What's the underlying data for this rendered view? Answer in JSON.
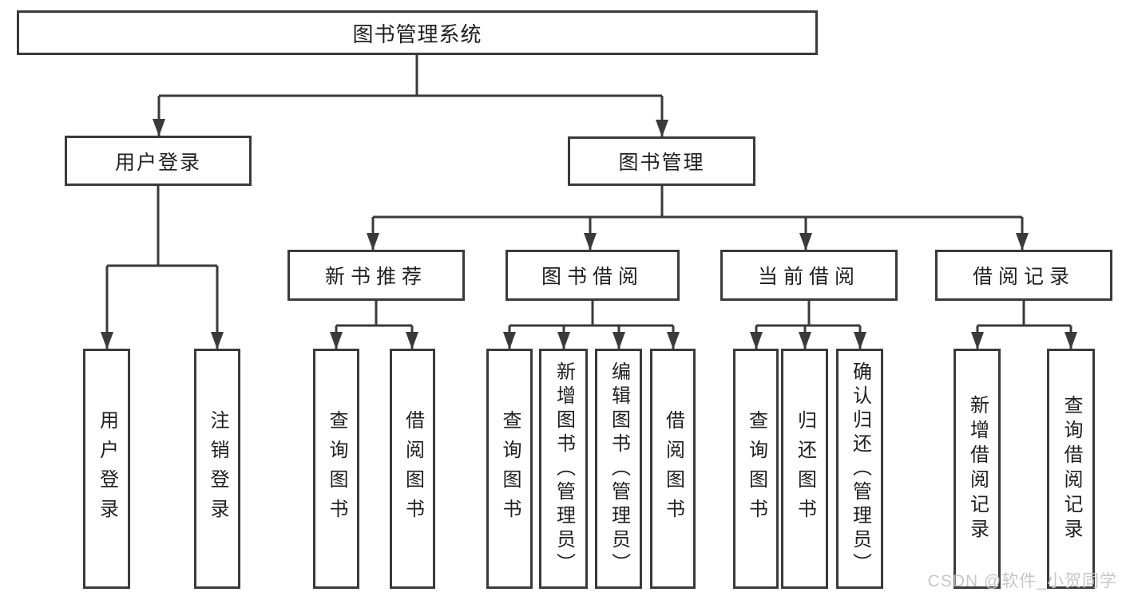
{
  "diagram": {
    "root": {
      "label": "图书管理系统"
    },
    "branches": {
      "user_login": {
        "label": "用户登录",
        "children": [
          "用户登录",
          "注销登录"
        ]
      },
      "book_management": {
        "label": "图书管理",
        "sections": {
          "new_book_recommend": {
            "label": "新书推荐",
            "children": [
              "查询图书",
              "借阅图书"
            ]
          },
          "book_borrow": {
            "label": "图书借阅",
            "children": [
              "查询图书",
              "新增图书（管理员）",
              "编辑图书（管理员）",
              "借阅图书"
            ]
          },
          "current_borrow": {
            "label": "当前借阅",
            "children": [
              "查询图书",
              "归还图书",
              "确认归还（管理员）"
            ]
          },
          "borrow_record": {
            "label": "借阅记录",
            "children": [
              "新增借阅记录",
              "查询借阅记录"
            ]
          }
        }
      }
    }
  },
  "watermark": {
    "text": "CSDN @软件_小贺同学"
  },
  "colors": {
    "line": "#3a3a3a",
    "text": "#1f1f1f",
    "box_background": "#ffffff",
    "watermark": "#c1c1c1"
  }
}
